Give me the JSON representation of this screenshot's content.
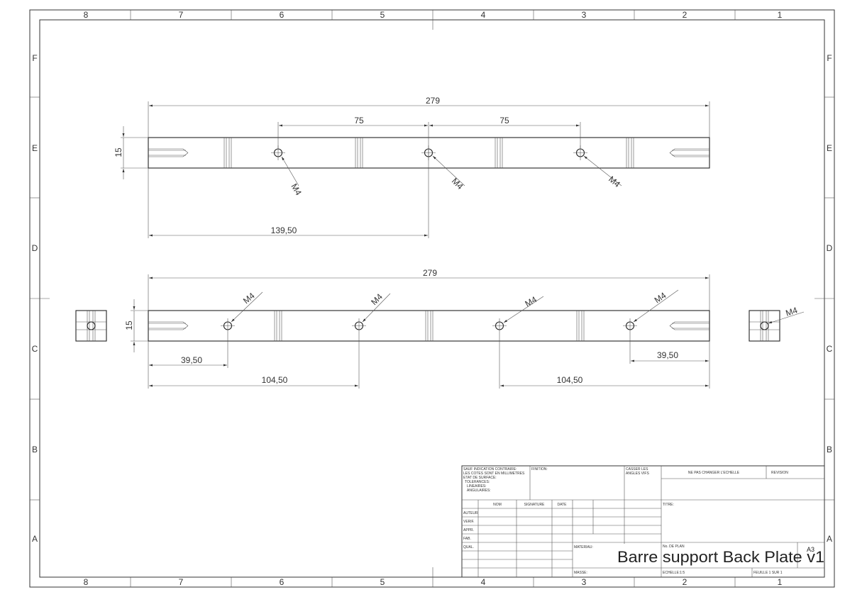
{
  "zones": {
    "columns": [
      "8",
      "7",
      "6",
      "5",
      "4",
      "3",
      "2",
      "1"
    ],
    "rows": [
      "F",
      "E",
      "D",
      "C",
      "B",
      "A"
    ]
  },
  "dimensions": {
    "view_top_overall": "279",
    "view_top_spacing_left": "75",
    "view_top_spacing_right": "75",
    "view_top_height": "15",
    "view_top_center": "139,50",
    "view_bottom_overall": "279",
    "view_bottom_height": "15",
    "view_bottom_left_edge": "39,50",
    "view_bottom_left_second": "104,50",
    "view_bottom_right_second": "104,50",
    "view_bottom_right_edge": "39,50"
  },
  "callouts": {
    "thread": "M4"
  },
  "title_block": {
    "general_note": [
      "SAUF INDICATION CONTRAIRE:",
      "LES COTES SONT EN MILLIMETRES",
      "ETAT DE SURFACE:",
      "TOLERANCES:",
      "LINEAIRES:",
      "ANGULAIRES:"
    ],
    "finish_label": "FINITION:",
    "break_edges_label": [
      "CASSER LES",
      "ANGLES VIFS"
    ],
    "no_scale_label": "NE PAS CHANGER L'ECHELLE",
    "revision_label": "REVISION",
    "header_nom": "NOM",
    "header_signature": "SIGNATURE",
    "header_date": "DATE",
    "roles": [
      "AUTEUR",
      "VERIF.",
      "APPR.",
      "FAB.",
      "QUAL."
    ],
    "title_label": "TITRE:",
    "material_label": "MATERIAU:",
    "drawing_number_label": "No. DE PLAN",
    "drawing_title": "Barre support Back Plate v1",
    "mass_label": "MASSE:",
    "scale_label": "ECHELLE:1:5",
    "sheet_label": "FEUILLE 1 SUR 1",
    "format": "A3"
  }
}
